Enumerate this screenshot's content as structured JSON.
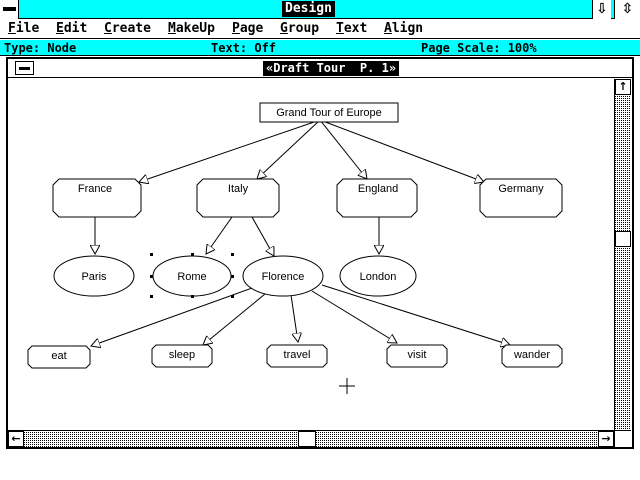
{
  "app": {
    "title": "Design"
  },
  "window_buttons": {
    "minimize_glyph": "⇩",
    "maximize_glyph": "⇳"
  },
  "menu": [
    {
      "id": "file",
      "accel": "F",
      "rest": "ile"
    },
    {
      "id": "edit",
      "accel": "E",
      "rest": "dit"
    },
    {
      "id": "create",
      "accel": "C",
      "rest": "reate"
    },
    {
      "id": "makeup",
      "accel": "M",
      "rest": "akeUp"
    },
    {
      "id": "page",
      "accel": "P",
      "rest": "age"
    },
    {
      "id": "group",
      "accel": "G",
      "rest": "roup"
    },
    {
      "id": "text",
      "accel": "T",
      "rest": "ext"
    },
    {
      "id": "align",
      "accel": "A",
      "rest": "lign"
    }
  ],
  "status": {
    "type": "Type: Node",
    "text": "Text: Off",
    "scale": "Page Scale: 100%"
  },
  "document": {
    "title": "«Draft Tour  P. 1»",
    "scroll_up_glyph": "↑",
    "scroll_down_glyph": "↓",
    "scroll_left_glyph": "←",
    "scroll_right_glyph": "→"
  },
  "diagram": {
    "nodes": {
      "root": "Grand Tour of Europe",
      "france": "France",
      "italy": "Italy",
      "england": "England",
      "germany": "Germany",
      "paris": "Paris",
      "rome": "Rome",
      "florence": "Florence",
      "london": "London",
      "eat": "eat",
      "sleep": "sleep",
      "travel": "travel",
      "visit": "visit",
      "wander": "wander"
    },
    "selected": "rome"
  }
}
